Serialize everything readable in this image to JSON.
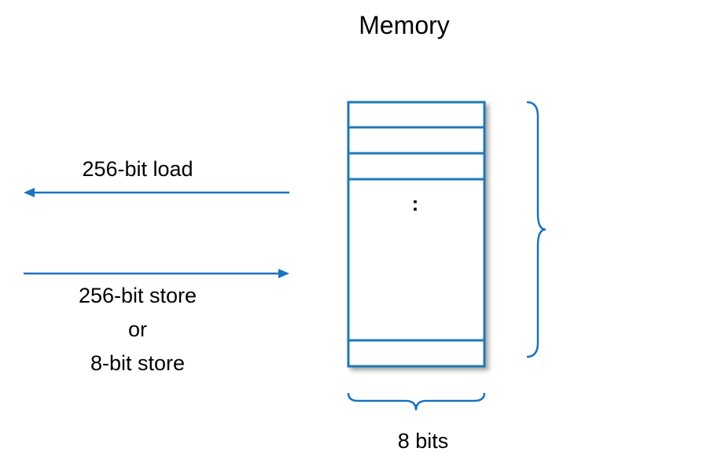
{
  "title": "Memory",
  "load": {
    "label": "256-bit load"
  },
  "store": {
    "lines": [
      "256-bit store",
      "or",
      "8-bit store"
    ]
  },
  "memory_block": {
    "ellipsis": ":",
    "cell_width_label": "8 bits"
  },
  "colors": {
    "accent": "#1a73c0",
    "memory_border": "#1f78b8",
    "text": "#000000"
  }
}
